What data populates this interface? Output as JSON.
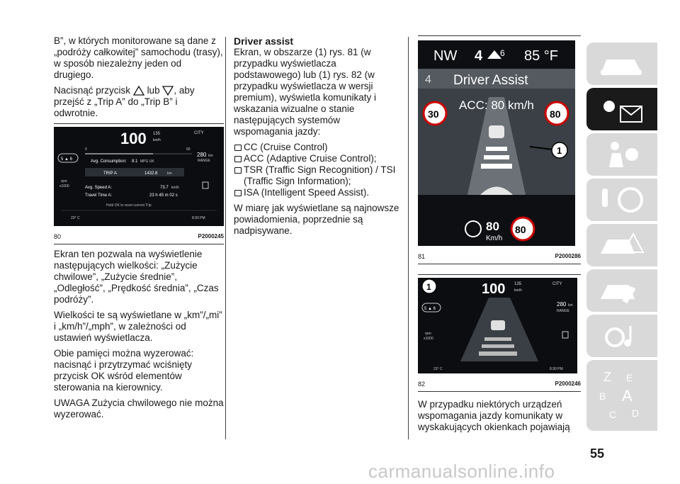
{
  "col1": {
    "p1": "B”, w których monitorowane są dane z „podróży całkowitej” samochodu (trasy), w sposób niezależny jeden od drugiego.",
    "p2_a": "Nacisnąć przycisk",
    "p2_b": "lub",
    "p2_c": ", aby przejść z „Trip A” do „Trip B” i odwrotnie.",
    "fig80": {
      "num": "80",
      "code": "P2000245",
      "speed": "100",
      "speed_limit": "135",
      "speed_unit": "km/h",
      "city": "CITY",
      "scale_min": "0",
      "scale_max": "60",
      "range_val": "280",
      "range_unit": "km",
      "range_label": "RANGE",
      "gear": "5 ▲ 6",
      "consumption_label": "Avg. Consumption:",
      "consumption_val": "8.1",
      "consumption_unit": "MPG UK",
      "trip_label": "TRIP A",
      "trip_val": "1432.8",
      "trip_unit": "km",
      "avg_speed_label": "Avg. Speed A:",
      "avg_speed_val": "73.7",
      "avg_speed_unit": "km/h",
      "travel_time_label": "Travel Time A:",
      "travel_time_val": "23 h 45 m 02 s",
      "hold_text": "Hold  OK  to reset current Trip",
      "rpm": "rpm",
      "rpm_mult": "x1000",
      "temp": "23° C",
      "time": "8:30 PM"
    },
    "p3": "Ekran ten pozwala na wyświetlenie następujących wielkości: „Zużycie chwilowe”, „Zużycie średnie”, „Odległość”, „Prędkość średnia”, „Czas podróży”.",
    "p4": "Wielkości te są wyświetlane w „km”/„mi” i „km/h”/„mph”, w zależności od ustawień wyświetlacza.",
    "p5": "Obie pamięci można wyzerować: nacisnąć i przytrzymać wciśnięty przycisk OK wśród elementów sterowania na kierownicy.",
    "p6": "UWAGA Zużycia chwilowego nie można wyzerować."
  },
  "col2": {
    "heading": "Driver assist",
    "p1": "Ekran, w obszarze (1) rys. 81 (w przypadku wyświetlacza podstawowego) lub (1) rys. 82 (w przypadku wyświetlacza w wersji premium), wyświetla komunikaty i wskazania wizualne o stanie następujących systemów wspomagania jazdy:",
    "items": [
      "CC (Cruise Control)",
      "ACC (Adaptive Cruise Control);",
      "TSR (Traffic Sign Recognition) / TSI (Traffic Sign Information);",
      "ISA (Intelligent Speed Assist)."
    ],
    "p2": "W miarę jak wyświetlane są najnowsze powiadomienia, poprzednie są nadpisywane."
  },
  "col3": {
    "fig81": {
      "num": "81",
      "code": "P2000286",
      "heading_dir": "NW",
      "gear": "4",
      "gear_next": "6",
      "temp": "85 °F",
      "title_gear": "4",
      "title": "Driver Assist",
      "sign_left": "30",
      "acc_text": "ACC: 80 km/h",
      "sign_right": "80",
      "callout": "1",
      "set_speed": "80",
      "set_unit": "Km/h",
      "sign_bottom": "80"
    },
    "fig82": {
      "num": "82",
      "code": "P2000246",
      "callout": "1",
      "speed": "100",
      "speed_limit": "135",
      "speed_unit": "km/h",
      "city": "CITY",
      "range_val": "280",
      "range_unit": "km",
      "range_label": "RANGE",
      "gear": "5 ▲ 6",
      "rpm": "rpm",
      "rpm_mult": "x1000",
      "temp": "23° C",
      "time": "8:30 PM"
    },
    "p1": "W przypadku niektórych urządzeń wspomagania jazdy komunikaty w wyskakujących okienkach pojawiają"
  },
  "page_number": "55",
  "watermark": "carmanualsonline.info",
  "sidebar_tabs": [
    "car-info-icon",
    "warning-lights-icon",
    "safety-airbag-icon",
    "start-drive-icon",
    "emergency-icon",
    "service-maintenance-icon",
    "multimedia-icon",
    "index-icon"
  ]
}
